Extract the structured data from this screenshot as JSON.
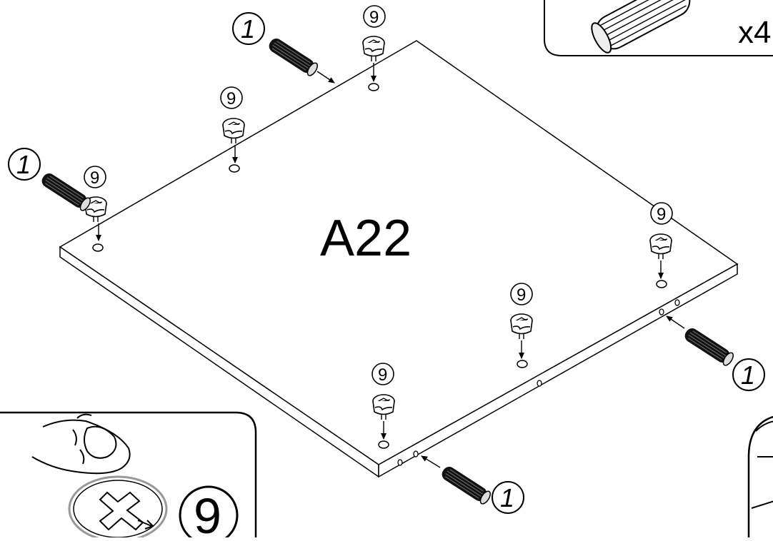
{
  "panel": {
    "label": "A22"
  },
  "parts": {
    "dowel": {
      "callout": "1",
      "quantity": "x4"
    },
    "cam_lock": {
      "callout": "9"
    }
  },
  "detail": {
    "callout": "9"
  },
  "colors": {
    "line": "#000000",
    "background": "#ffffff",
    "inset_ring": "#999999"
  }
}
